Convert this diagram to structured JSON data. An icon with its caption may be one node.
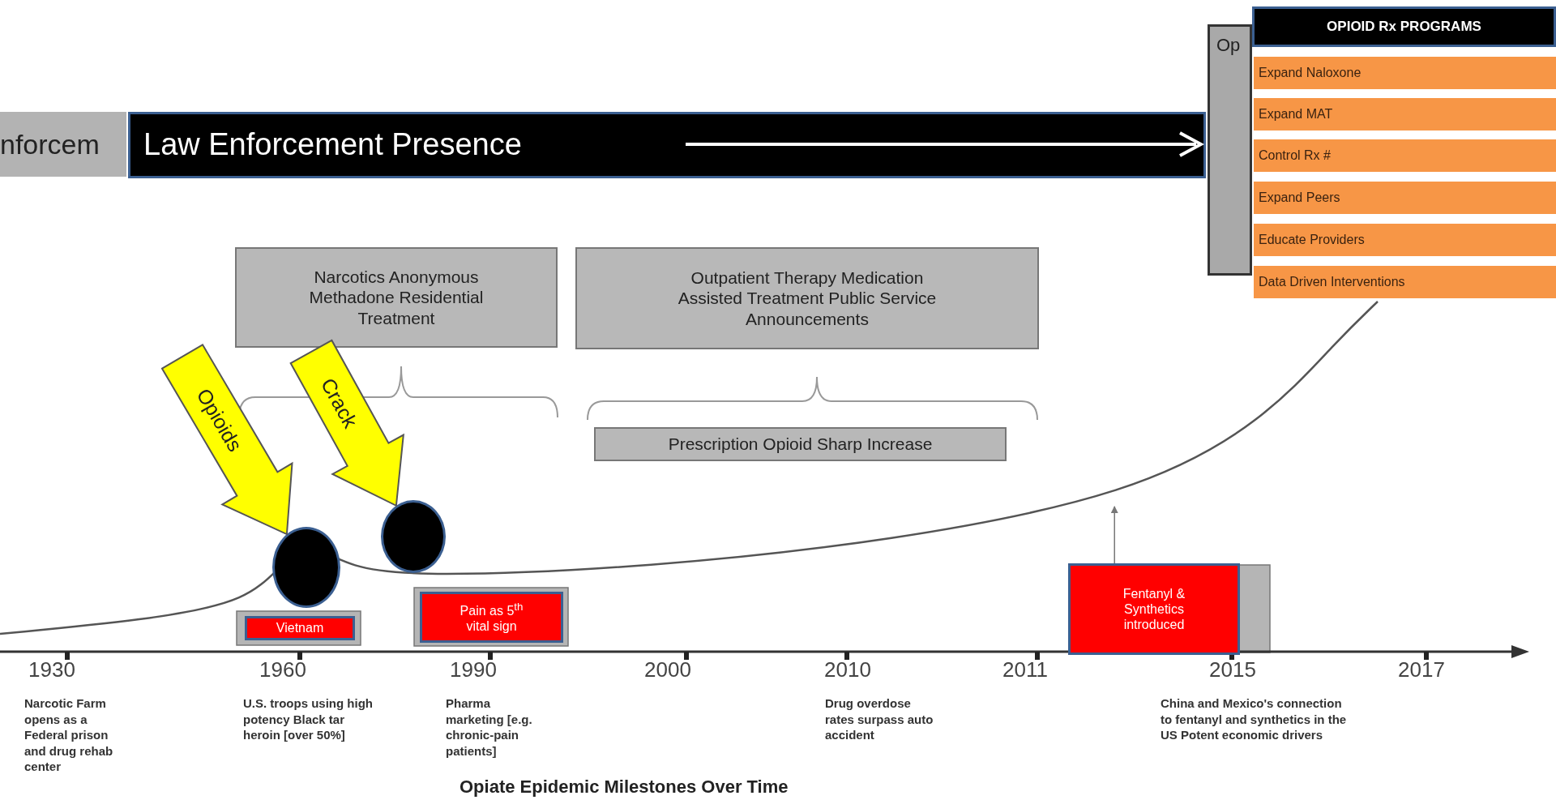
{
  "diagram": {
    "caption": "Opiate Epidemic Milestones Over Time",
    "nodes": [
      {
        "text": [
          "nforcem"
        ]
      },
      {
        "text": [
          "Law Enforcement Presence"
        ]
      },
      {
        "text": [
          "Op"
        ]
      },
      {
        "text": [
          "OPIOID Rx PROGRAMS"
        ]
      },
      {
        "text": [
          "Expand Naloxone"
        ]
      },
      {
        "text": [
          "Expand MAT"
        ]
      },
      {
        "text": [
          "Control Rx #"
        ]
      },
      {
        "text": [
          "Expand Peers"
        ]
      },
      {
        "text": [
          "Educate Providers"
        ]
      },
      {
        "text": [
          "Data Driven Interventions"
        ]
      },
      {
        "text": [
          "Narcotics Anonymous Methadone Residential Treatment"
        ]
      },
      {
        "text": [
          "Outpatient Therapy Medication Assisted Treatment Public Service Announcements"
        ]
      },
      {
        "text": [
          "Prescription Opioid Sharp Increase"
        ]
      },
      {
        "text": [],
        "shape": "circle"
      },
      {
        "text": [],
        "shape": "circle"
      },
      {
        "text": [
          "Vietnam"
        ]
      },
      {
        "text": [
          "Pain as 5$^{th}$ vital sign"
        ]
      },
      {
        "text": [
          "Fentanyl & Synthetics introduced"
        ]
      }
    ],
    "edges": [
      {
        "from": 17,
        "to": null,
        "arrow": "to"
      },
      {
        "from": null,
        "to": 13,
        "arrow": "to",
        "label": "Opioids",
        "style": "thick",
        "color": "#ffff00"
      },
      {
        "from": null,
        "to": 14,
        "arrow": "to",
        "label": "Crack",
        "style": "thick",
        "color": "#ffff00"
      }
    ],
    "labels": [
      "1930",
      "1960",
      "1990",
      "2000",
      "2010",
      "2011",
      "2015",
      "2017",
      "Narcotic Farm opens as a Federal prison and drug rehab center",
      "U.S. troops using high potency Black tar heroin [over 50%]",
      "Pharma marketing [e.g. chronic-pain patients]",
      "Drug overdose rates surpass auto accident",
      "China and Mexico's connection to fentanyl and synthetics in the US Potent economic drivers"
    ]
  }
}
